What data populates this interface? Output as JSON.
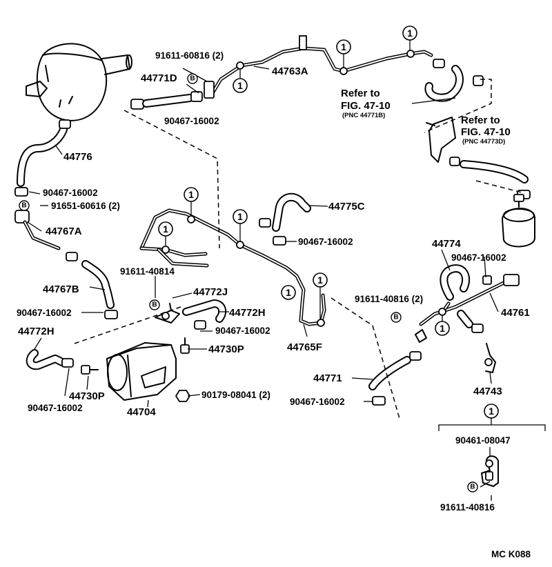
{
  "labels": {
    "p91611_60816": "91611-60816 (2)",
    "p44771D": "44771D",
    "p44763A": "44763A",
    "refer1_a": "Refer to",
    "refer1_b": "FIG. 47-10",
    "refer1_c": "(PNC 44771B)",
    "refer2_a": "Refer to",
    "refer2_b": "FIG. 47-10",
    "refer2_c": "(PNC 44773D)",
    "p90467_top": "90467-16002",
    "p44776": "44776",
    "p90467_left1": "90467-16002",
    "p91651": "91651-60616 (2)",
    "p44767A": "44767A",
    "p44775C": "44775C",
    "p90467_mid": "90467-16002",
    "p44774": "44774",
    "p90467_right": "90467-16002",
    "p91611_40814": "91611-40814",
    "p44772J": "44772J",
    "p44767B": "44767B",
    "p91611_40816_2": "91611-40816 (2)",
    "p44761": "44761",
    "p90467_left2": "90467-16002",
    "p44772H_a": "44772H",
    "p90467_center": "90467-16002",
    "p44772H_b": "44772H",
    "p44765F": "44765F",
    "p44730P_a": "44730P",
    "p44771": "44771",
    "p44743": "44743",
    "p44730P_b": "44730P",
    "p90467_bl": "90467-16002",
    "p44704": "44704",
    "p90179": "90179-08041 (2)",
    "p90467_bc": "90467-16002",
    "p90461": "90461-08047",
    "p91611_40816": "91611-40816",
    "code": "MC K088"
  },
  "markers": {
    "ref_one": "1",
    "bolt_b": "B"
  }
}
